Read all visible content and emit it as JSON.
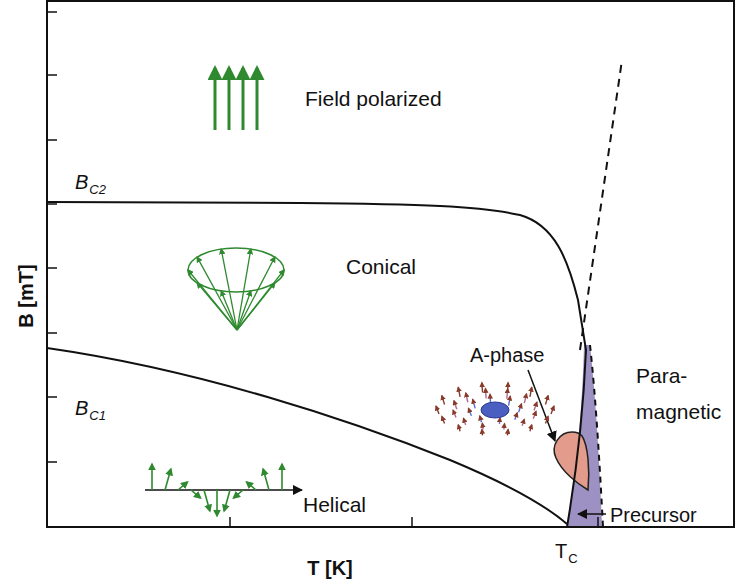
{
  "diagram": {
    "labels": [
      "Field polarized",
      "B",
      "C2",
      "Conical",
      "B",
      "C1",
      "Helical",
      "A-phase",
      "Para- magnetic",
      "Precursor",
      "B [mT]",
      "T [K]",
      "T",
      "C"
    ]
  }
}
